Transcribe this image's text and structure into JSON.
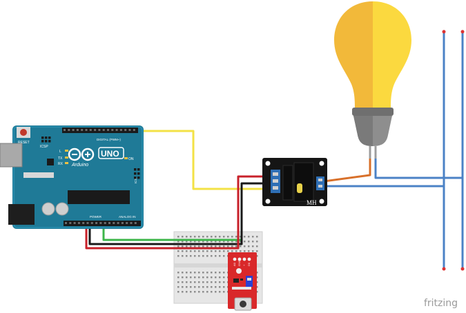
{
  "arduino": {
    "brand": "Arduino",
    "model": "UNO",
    "reset_label": "RESET",
    "icsp_label": "ICSP",
    "icsp2_label": "ICSP",
    "digital_label": "DIGITAL (PWM~)",
    "power_label": "POWER",
    "analog_label": "ANALOG IN",
    "on_label": "ON",
    "tx_label": "TX",
    "rx_label": "RX",
    "l_label": "L"
  },
  "relay": {
    "brand": "MH"
  },
  "sensor": {
    "pin_labels": [
      "A0",
      "GND",
      "+",
      "D0"
    ]
  },
  "watermark": "fritzing",
  "colors": {
    "board": "#1f7a97",
    "relay": "#151515",
    "sensor": "#d9282a",
    "bulb": "#fbd43b",
    "wire_yellow": "#f3e246",
    "wire_green": "#3db54a",
    "wire_red": "#c8212a",
    "wire_black": "#1a1a1a",
    "wire_blue": "#4b82c6",
    "wire_orange": "#d8702a"
  }
}
